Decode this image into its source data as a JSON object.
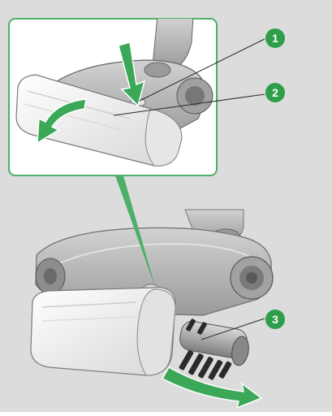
{
  "colors": {
    "background": "#dcdcdc",
    "inset_background": "#ffffff",
    "frame_green": "#4caf6a",
    "callout_green": "#2e9e4a",
    "arrow_green": "#3aa856",
    "body_gray": "#bcbcbc",
    "body_dark": "#8a8a8a",
    "cover_white": "#f4f4f4",
    "bristle": "#2a2a2a"
  },
  "callouts": [
    {
      "number": "1",
      "target": "release-button"
    },
    {
      "number": "2",
      "target": "cover-flap"
    },
    {
      "number": "3",
      "target": "brush-roller"
    }
  ],
  "icons": {
    "press_arrow": "arrow-down-icon",
    "open_arrow": "curved-arrow-icon",
    "pull_arrow": "arrow-right-icon"
  }
}
